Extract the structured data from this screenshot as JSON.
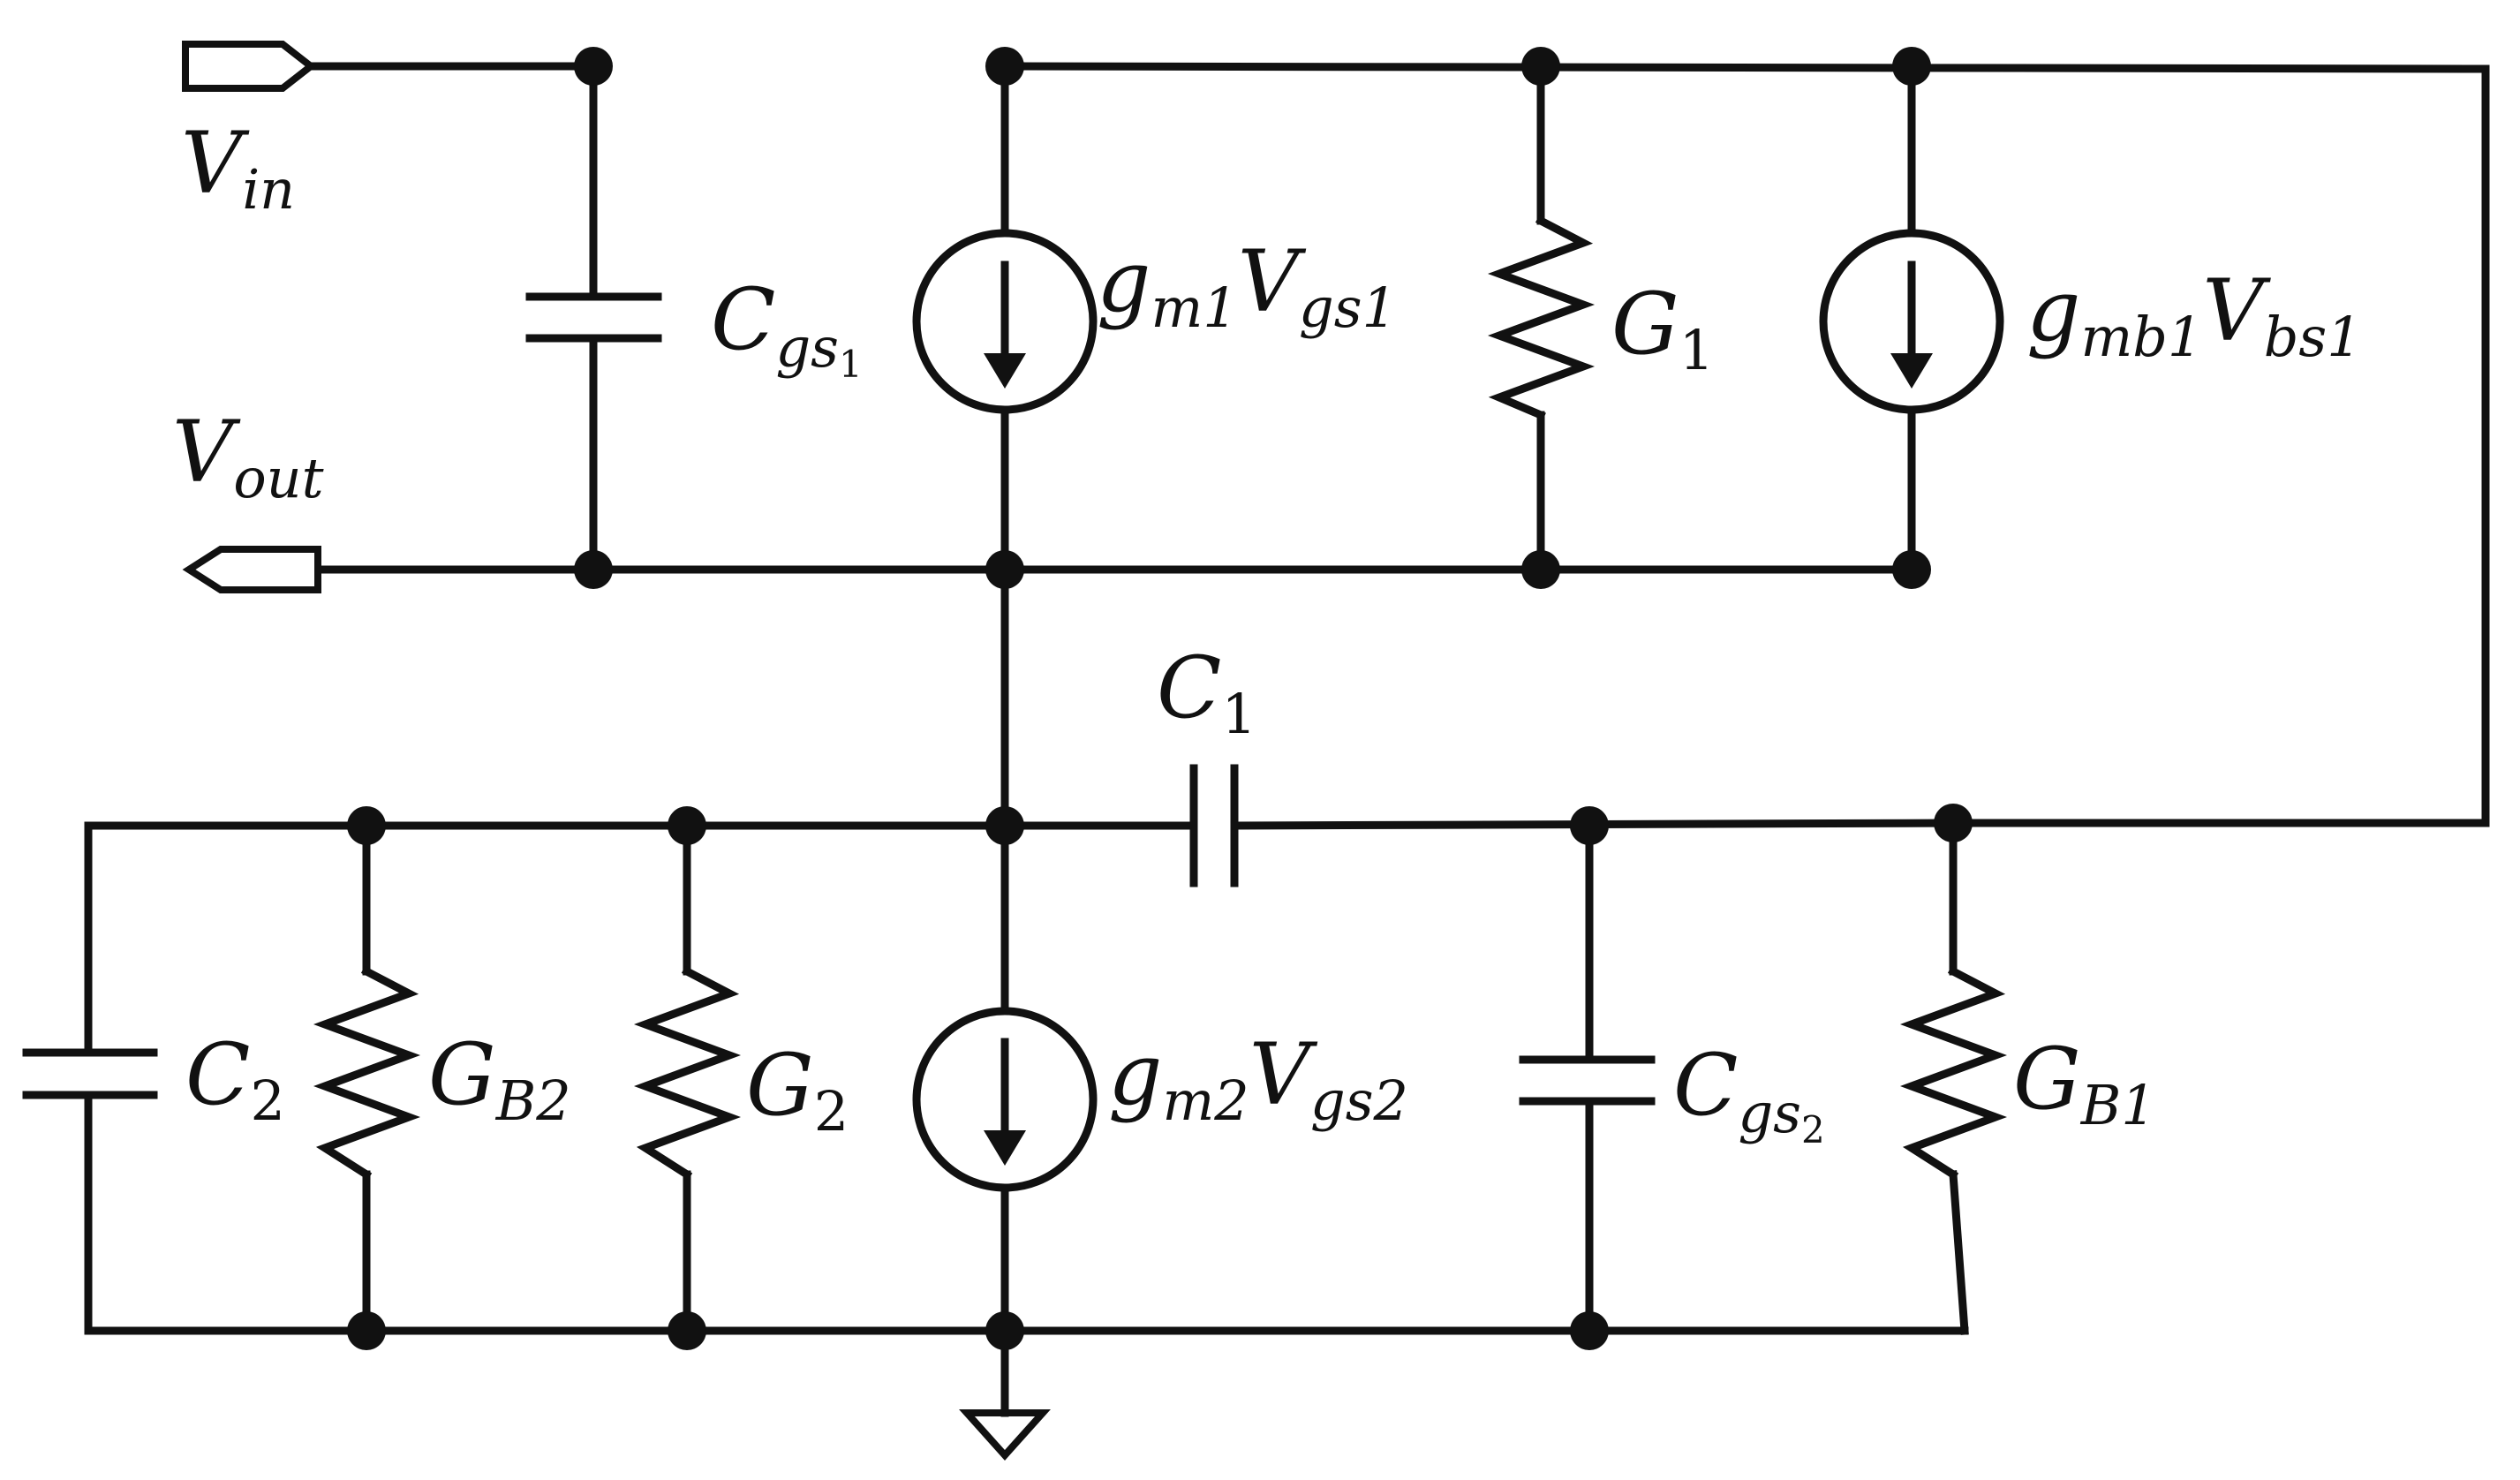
{
  "diagram": {
    "type": "small-signal equivalent circuit",
    "colors": {
      "wire": "#111111",
      "background": "#ffffff"
    },
    "ports": {
      "vin": {
        "symbol": "V",
        "sub": "in"
      },
      "vout": {
        "symbol": "V",
        "sub": "out"
      }
    },
    "components": {
      "cgs1": {
        "symbol": "C",
        "sub": "gs",
        "subsub": "1"
      },
      "gm1": {
        "symbol1": "g",
        "sub1": "m1",
        "symbol2": "V",
        "sub2": "gs1"
      },
      "g1": {
        "symbol": "G",
        "sub": "1"
      },
      "gmb1": {
        "symbol1": "g",
        "sub1": "mb1",
        "symbol2": "V",
        "sub2": "bs1"
      },
      "c1": {
        "symbol": "C",
        "sub": "1"
      },
      "c2": {
        "symbol": "C",
        "sub": "2"
      },
      "gb2": {
        "symbol": "G",
        "sub": "B2"
      },
      "g2": {
        "symbol": "G",
        "sub": "2"
      },
      "gm2": {
        "symbol1": "g",
        "sub1": "m2",
        "symbol2": "V",
        "sub2": "gs2"
      },
      "cgs2": {
        "symbol": "C",
        "sub": "gs",
        "subsub": "2"
      },
      "gb1": {
        "symbol": "G",
        "sub": "B1"
      }
    }
  }
}
